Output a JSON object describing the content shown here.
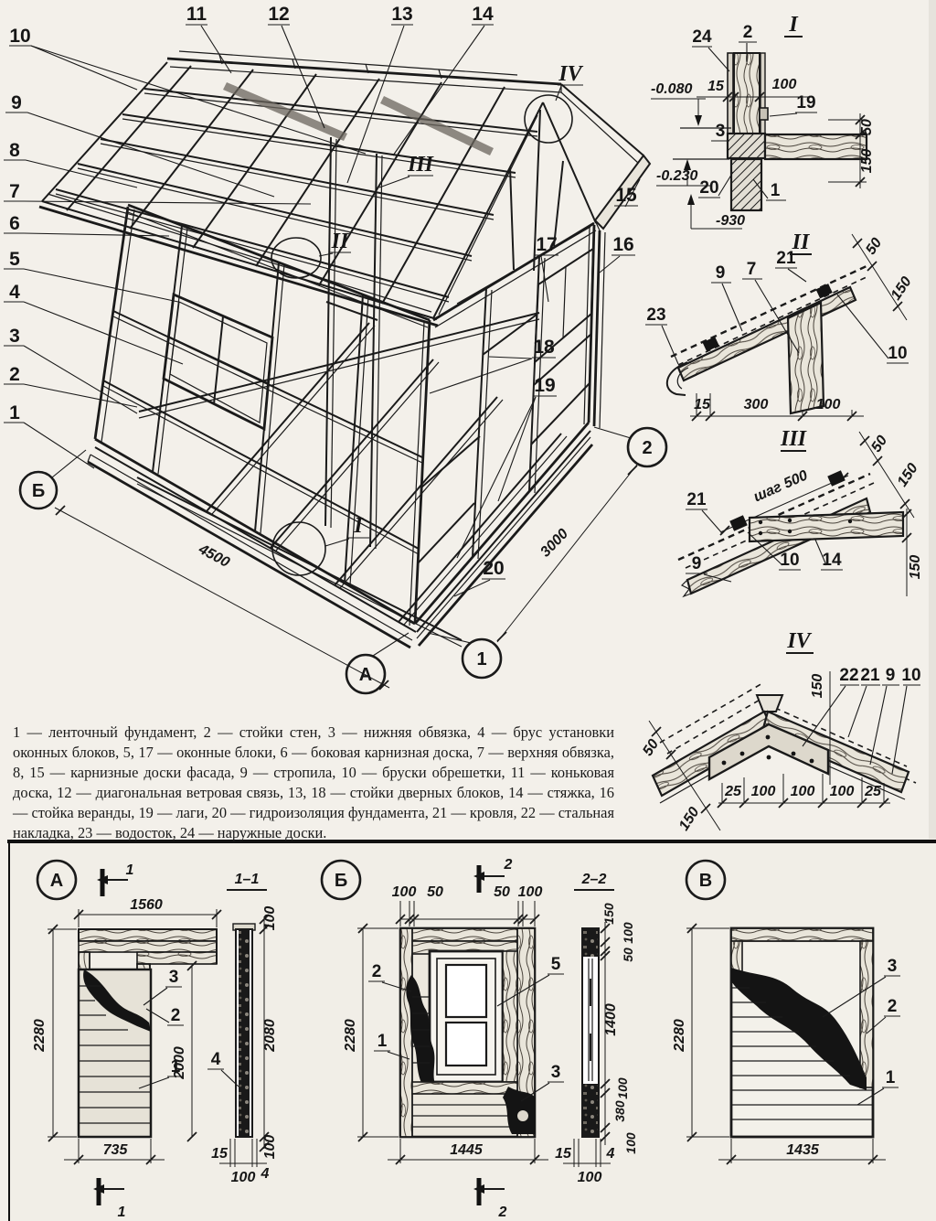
{
  "legend": {
    "text": "1 — ленточный фундамент, 2 — стойки стен, 3 — нижняя обвязка, 4 — брус установки оконных блоков, 5, 17 — оконные блоки, 6 — боковая карнизная доска, 7 — верхняя обвязка, 8, 15 — карнизные доски фасада, 9 — стропила, 10 — бруски обрешетки, 11 — коньковая доска, 12 — диагональная ветровая связь, 13, 18 — стойки дверных блоков, 14 — стяжка, 16 — стойка веранды, 19 — лаги, 20 — гидроизоляция фундамента, 21 — кровля, 22 — стальная накладка, 23 — водосток, 24 — наружные доски."
  },
  "main_view": {
    "callouts_left": [
      "10",
      "9",
      "8",
      "7",
      "6",
      "5",
      "4",
      "3",
      "2",
      "1"
    ],
    "callouts_top": [
      "11",
      "12",
      "13",
      "14"
    ],
    "callout_15": "15",
    "callout_16": "16",
    "callout_17": "17",
    "callout_18": "18",
    "callout_19": "19",
    "callout_20": "20",
    "marks": {
      "I": "I",
      "II": "II",
      "III": "III",
      "IV": "IV"
    },
    "axes": {
      "a": "А",
      "b": "Б",
      "n1": "1",
      "n2": "2"
    },
    "dims": {
      "length": "4500",
      "width": "3000"
    }
  },
  "detail_1": {
    "title": "I",
    "c24": "24",
    "c2": "2",
    "c19": "19",
    "c3": "3",
    "c20": "20",
    "c1": "1",
    "d15": "15",
    "d100": "100",
    "d50": "50",
    "d150": "150",
    "e1": "-0.080",
    "e2": "-0.230",
    "e3": "-930"
  },
  "detail_2": {
    "title": "II",
    "c23": "23",
    "c9": "9",
    "c7": "7",
    "c21": "21",
    "c10": "10",
    "d15": "15",
    "d300": "300",
    "d100": "100",
    "d50": "50",
    "d150": "150"
  },
  "detail_3": {
    "title": "III",
    "note": "шаг 500",
    "c21": "21",
    "c9": "9",
    "c10": "10",
    "c14": "14",
    "d50": "50",
    "d150a": "150",
    "d150b": "150"
  },
  "detail_4": {
    "title": "IV",
    "c22": "22",
    "c21": "21",
    "c9": "9",
    "c10": "10",
    "d150": "150",
    "d50": "50",
    "d150side": "150",
    "b1": "25",
    "b2": "100",
    "b3": "100",
    "b4": "100",
    "b5": "25"
  },
  "panel_a": {
    "axis": "А",
    "mark": "1",
    "mark_bottom": "1",
    "sec_title": "1–1",
    "dim_top": "1560",
    "dim_h": "2280",
    "dim_bot": "735",
    "dim_inner": "2000",
    "c3": "3",
    "c2": "2",
    "c1": "1",
    "c4": "4",
    "s_top": "100",
    "s_mid": "2080",
    "s_bot": "100",
    "sb1": "15",
    "sb2": "100",
    "sb3": "4"
  },
  "panel_b": {
    "axis": "Б",
    "mark": "2",
    "mark_bottom": "2",
    "sec_title": "2–2",
    "t1": "100",
    "t2": "50",
    "t3": "50",
    "t4": "100",
    "dim_h": "2280",
    "dim_bot": "1445",
    "c2": "2",
    "c1": "1",
    "c5": "5",
    "c3": "3",
    "s1": "150",
    "s2": "100",
    "s3": "50",
    "s4": "1400",
    "s5": "100",
    "s6": "380",
    "s7": "100",
    "sb1": "15",
    "sb2": "100",
    "sb3": "4"
  },
  "panel_v": {
    "axis": "В",
    "dim_h": "2280",
    "dim_bot": "1435",
    "c3": "3",
    "c2": "2",
    "c1": "1"
  }
}
